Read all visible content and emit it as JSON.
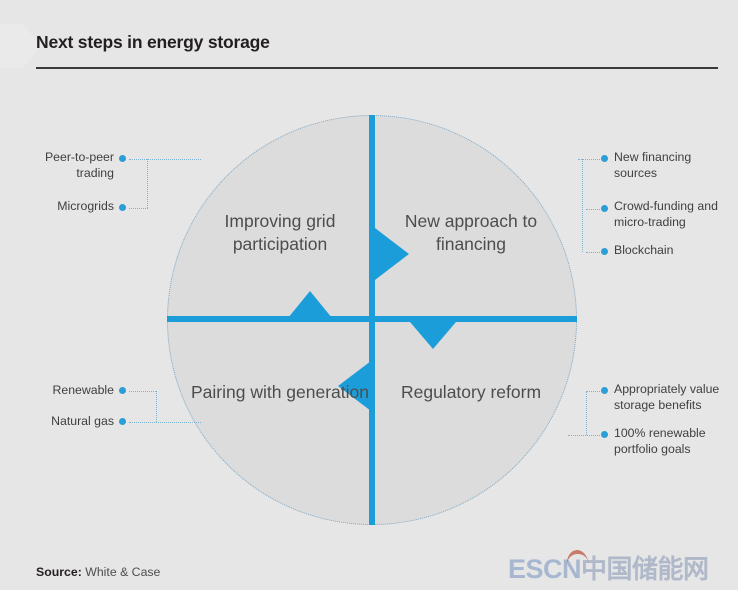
{
  "header": {
    "title": "Next steps in energy storage"
  },
  "wheel": {
    "quadrants": [
      {
        "id": "top-left",
        "label": "Improving grid participation"
      },
      {
        "id": "top-right",
        "label": "New approach to financing"
      },
      {
        "id": "bottom-left",
        "label": "Pairing with generation"
      },
      {
        "id": "bottom-right",
        "label": "Regulatory reform"
      }
    ],
    "accent_color": "#1b9dd9",
    "fill_color": "#dcdcdc",
    "arrows": [
      {
        "id": "arrow-right",
        "direction": "right"
      },
      {
        "id": "arrow-up",
        "direction": "up"
      },
      {
        "id": "arrow-down",
        "direction": "down"
      },
      {
        "id": "arrow-left",
        "direction": "left"
      }
    ]
  },
  "callouts": {
    "top_left": [
      {
        "label": "Peer-to-peer trading"
      },
      {
        "label": "Microgrids"
      }
    ],
    "bottom_left": [
      {
        "label": "Renewable"
      },
      {
        "label": "Natural gas"
      }
    ],
    "top_right": [
      {
        "label": "New financing sources"
      },
      {
        "label": "Crowd-funding and micro-trading"
      },
      {
        "label": "Blockchain"
      }
    ],
    "bottom_right": [
      {
        "label": "Appropriately value storage benefits"
      },
      {
        "label": "100% renewable portfolio goals"
      }
    ]
  },
  "footer": {
    "source_label": "Source:",
    "source_value": "White & Case",
    "watermark_latin": "ESCN",
    "watermark_cjk": "中国储能网"
  }
}
